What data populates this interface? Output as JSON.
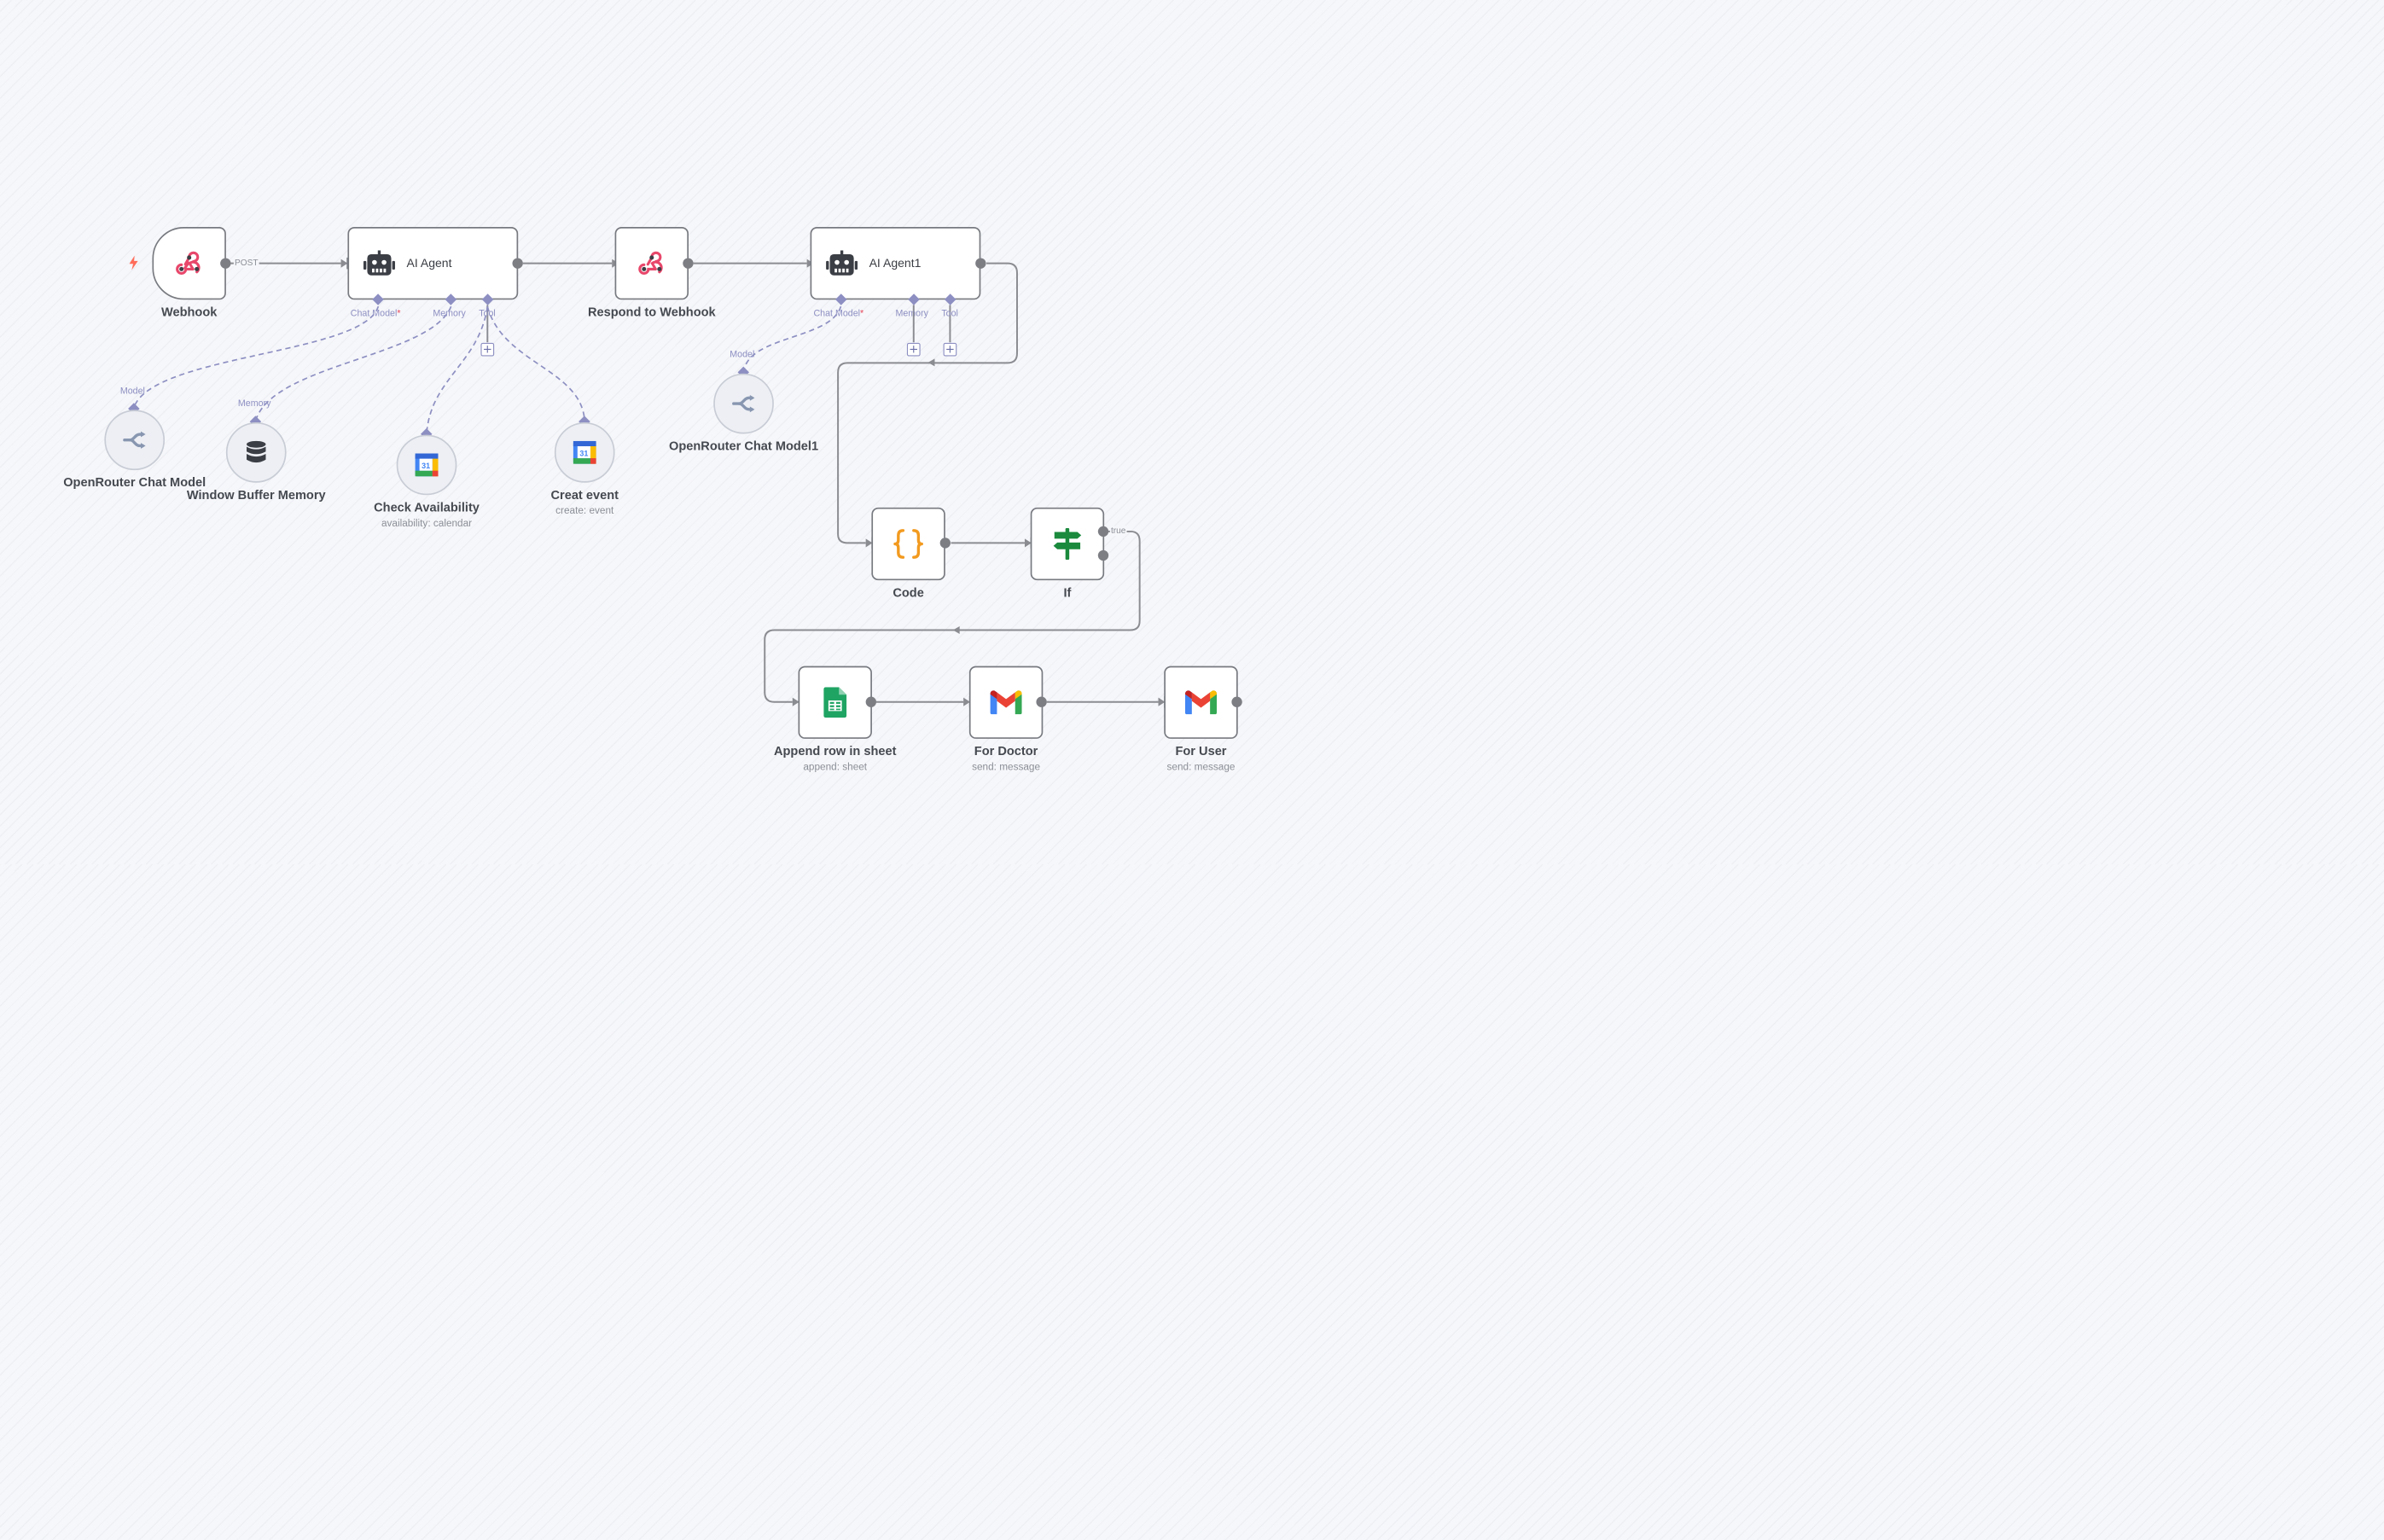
{
  "nodes": {
    "webhook": {
      "title": "Webhook",
      "icon": "webhook-icon"
    },
    "ai_agent": {
      "title": "AI Agent",
      "icon": "robot-icon"
    },
    "respond": {
      "title": "Respond to Webhook",
      "icon": "webhook-icon"
    },
    "ai_agent1": {
      "title": "AI Agent1",
      "icon": "robot-icon"
    },
    "openrouter": {
      "title": "OpenRouter Chat Model",
      "icon": "openrouter-icon"
    },
    "window_memory": {
      "title": "Window Buffer Memory",
      "icon": "database-icon"
    },
    "check_availability": {
      "title": "Check Availability",
      "subtitle": "availability: calendar",
      "icon": "google-calendar-icon"
    },
    "creat_event": {
      "title": "Creat event",
      "subtitle": "create: event",
      "icon": "google-calendar-icon"
    },
    "openrouter1": {
      "title": "OpenRouter Chat Model1",
      "icon": "openrouter-icon"
    },
    "code": {
      "title": "Code",
      "icon": "code-braces-icon"
    },
    "if": {
      "title": "If",
      "icon": "signpost-icon"
    },
    "append_row": {
      "title": "Append row in sheet",
      "subtitle": "append: sheet",
      "icon": "google-sheets-icon"
    },
    "for_doctor": {
      "title": "For Doctor",
      "subtitle": "send: message",
      "icon": "gmail-icon"
    },
    "for_user": {
      "title": "For User",
      "subtitle": "send: message",
      "icon": "gmail-icon"
    }
  },
  "slots": {
    "chat_model": "Chat Model",
    "memory": "Memory",
    "tool": "Tool",
    "model": "Model",
    "required_mark": "*"
  },
  "connection_labels": {
    "post": "POST",
    "true": "true"
  },
  "colors": {
    "node_border": "#777a80",
    "wire": "#8a8c92",
    "ai_port": "#8d8fc2",
    "webhook_pink": "#e8476b",
    "trigger_bolt": "#ff6d5a",
    "code_orange": "#f29a1f",
    "if_green": "#1b8a3d"
  }
}
